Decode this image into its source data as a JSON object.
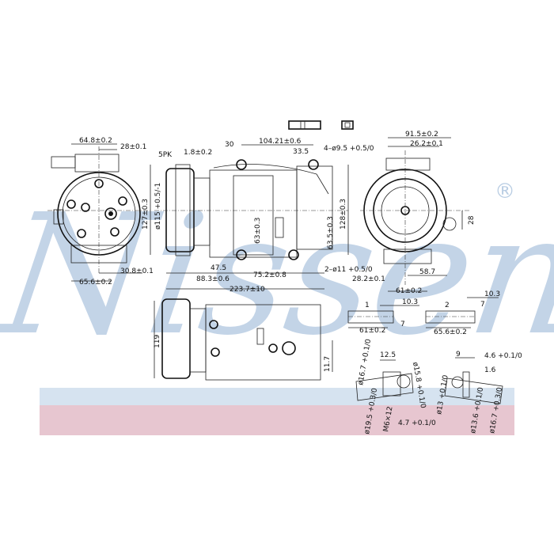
{
  "watermark": {
    "brand": "Nissens",
    "registered": "®"
  },
  "colors": {
    "watermark": "#b9cde3",
    "band_blue": "#d6e3f0",
    "band_pink": "#e7c6d0"
  },
  "front_view": {
    "width_top": "64.8±0.2",
    "offset_top": "28±0.1",
    "offset_bottom": "30.8±0.1",
    "width_bottom": "65.6±0.2"
  },
  "side_view": {
    "belt": "5PK",
    "pulley_offset": "1.8±0.2",
    "d30": "30",
    "length_mounts": "104.21±0.6",
    "d33": "33.5",
    "holes_top": "4–ø9.5 +0.5/0",
    "pulley_dia": "ø115 +0.5/-1",
    "height_127": "127±0.3",
    "h63": "63±0.3",
    "h63_5": "63.5±0.3",
    "h128": "128±0.3",
    "holes_bottom": "2–ø11 +0.5/0",
    "d47": "47.5",
    "d88": "88.3±0.6",
    "d75": "75.2±0.8",
    "overall": "223.7±10"
  },
  "rear_view": {
    "width": "91.5±0.2",
    "offset": "26.2±0.1",
    "h28": "28",
    "d58": "58.7",
    "d28_2": "28.2±0.1",
    "d61": "61±0.2"
  },
  "bottom_view": {
    "height": "119",
    "h11": "11.7"
  },
  "fittings": {
    "port1": {
      "tag": "1",
      "len": "10.3",
      "width": "61±0.2",
      "gap": "7"
    },
    "port2": {
      "tag": "2",
      "len": "10.3",
      "width": "65.6±0.2",
      "gap": "7"
    },
    "detail1": {
      "a": "12.5",
      "b": "ø16.7 +0.1/0",
      "c": "ø15.8 +0.1/0",
      "d": "4.7 +0.1/0",
      "e": "ø19.5 +0.3/0",
      "f": "M6×12",
      "g": "ø13 +0.1/0"
    },
    "detail2": {
      "a": "9",
      "b": "4.6 +0.1/0",
      "c": "1.6",
      "d": "ø13.6 +0.1/0",
      "e": "ø16.7 +0.3/0"
    }
  }
}
